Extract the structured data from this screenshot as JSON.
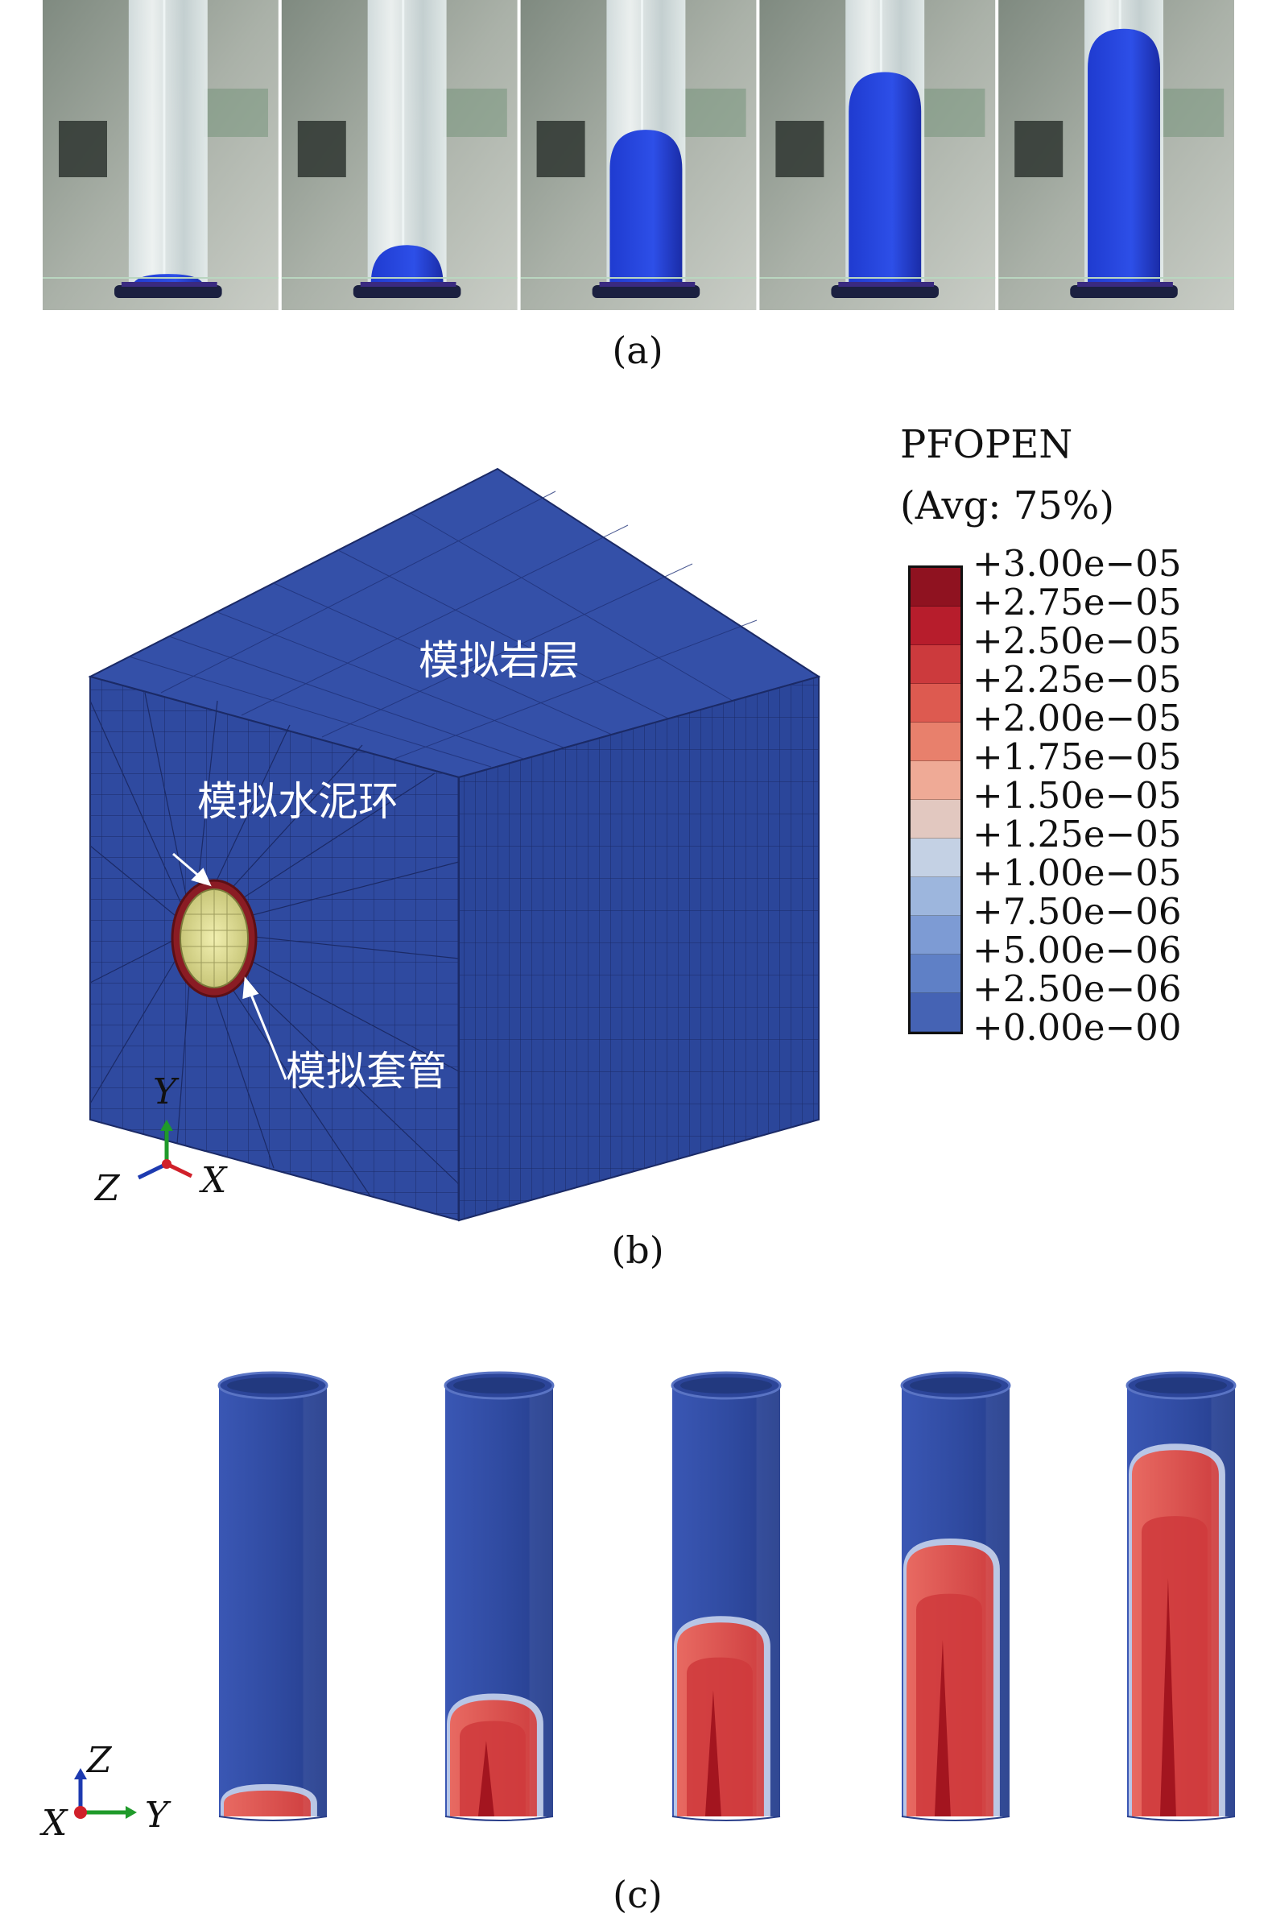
{
  "panel_a": {
    "caption": "(a)",
    "frames": [
      {
        "fill": 0.05
      },
      {
        "fill": 0.15
      },
      {
        "fill": 0.55
      },
      {
        "fill": 0.75
      },
      {
        "fill": 0.9
      }
    ]
  },
  "panel_b": {
    "caption": "(b)",
    "labels": {
      "rock": "模拟岩层",
      "cement": "模拟水泥环",
      "casing": "模拟套管"
    },
    "axes": {
      "y": "Y",
      "z": "Z",
      "x": "X"
    },
    "legend": {
      "title": "PFOPEN",
      "subtitle": "(Avg: 75%)",
      "levels": [
        "+3.00e−05",
        "+2.75e−05",
        "+2.50e−05",
        "+2.25e−05",
        "+2.00e−05",
        "+1.75e−05",
        "+1.50e−05",
        "+1.25e−05",
        "+1.00e−05",
        "+7.50e−06",
        "+5.00e−06",
        "+2.50e−06",
        "+0.00e−00"
      ],
      "colors": [
        "#8f1220",
        "#b71d2c",
        "#cc3a3d",
        "#dd5a50",
        "#e8806c",
        "#efaa96",
        "#e2c8c0",
        "#c4d1e4",
        "#9db6dd",
        "#7d9bd4",
        "#5f80c6",
        "#4563b4",
        "#2f4aa0"
      ]
    }
  },
  "panel_c": {
    "caption": "(c)",
    "axes": {
      "z": "Z",
      "x": "X",
      "y": "Y"
    },
    "cylinders": [
      {
        "fill": 0.06
      },
      {
        "fill": 0.27
      },
      {
        "fill": 0.45
      },
      {
        "fill": 0.63
      },
      {
        "fill": 0.85
      }
    ]
  }
}
